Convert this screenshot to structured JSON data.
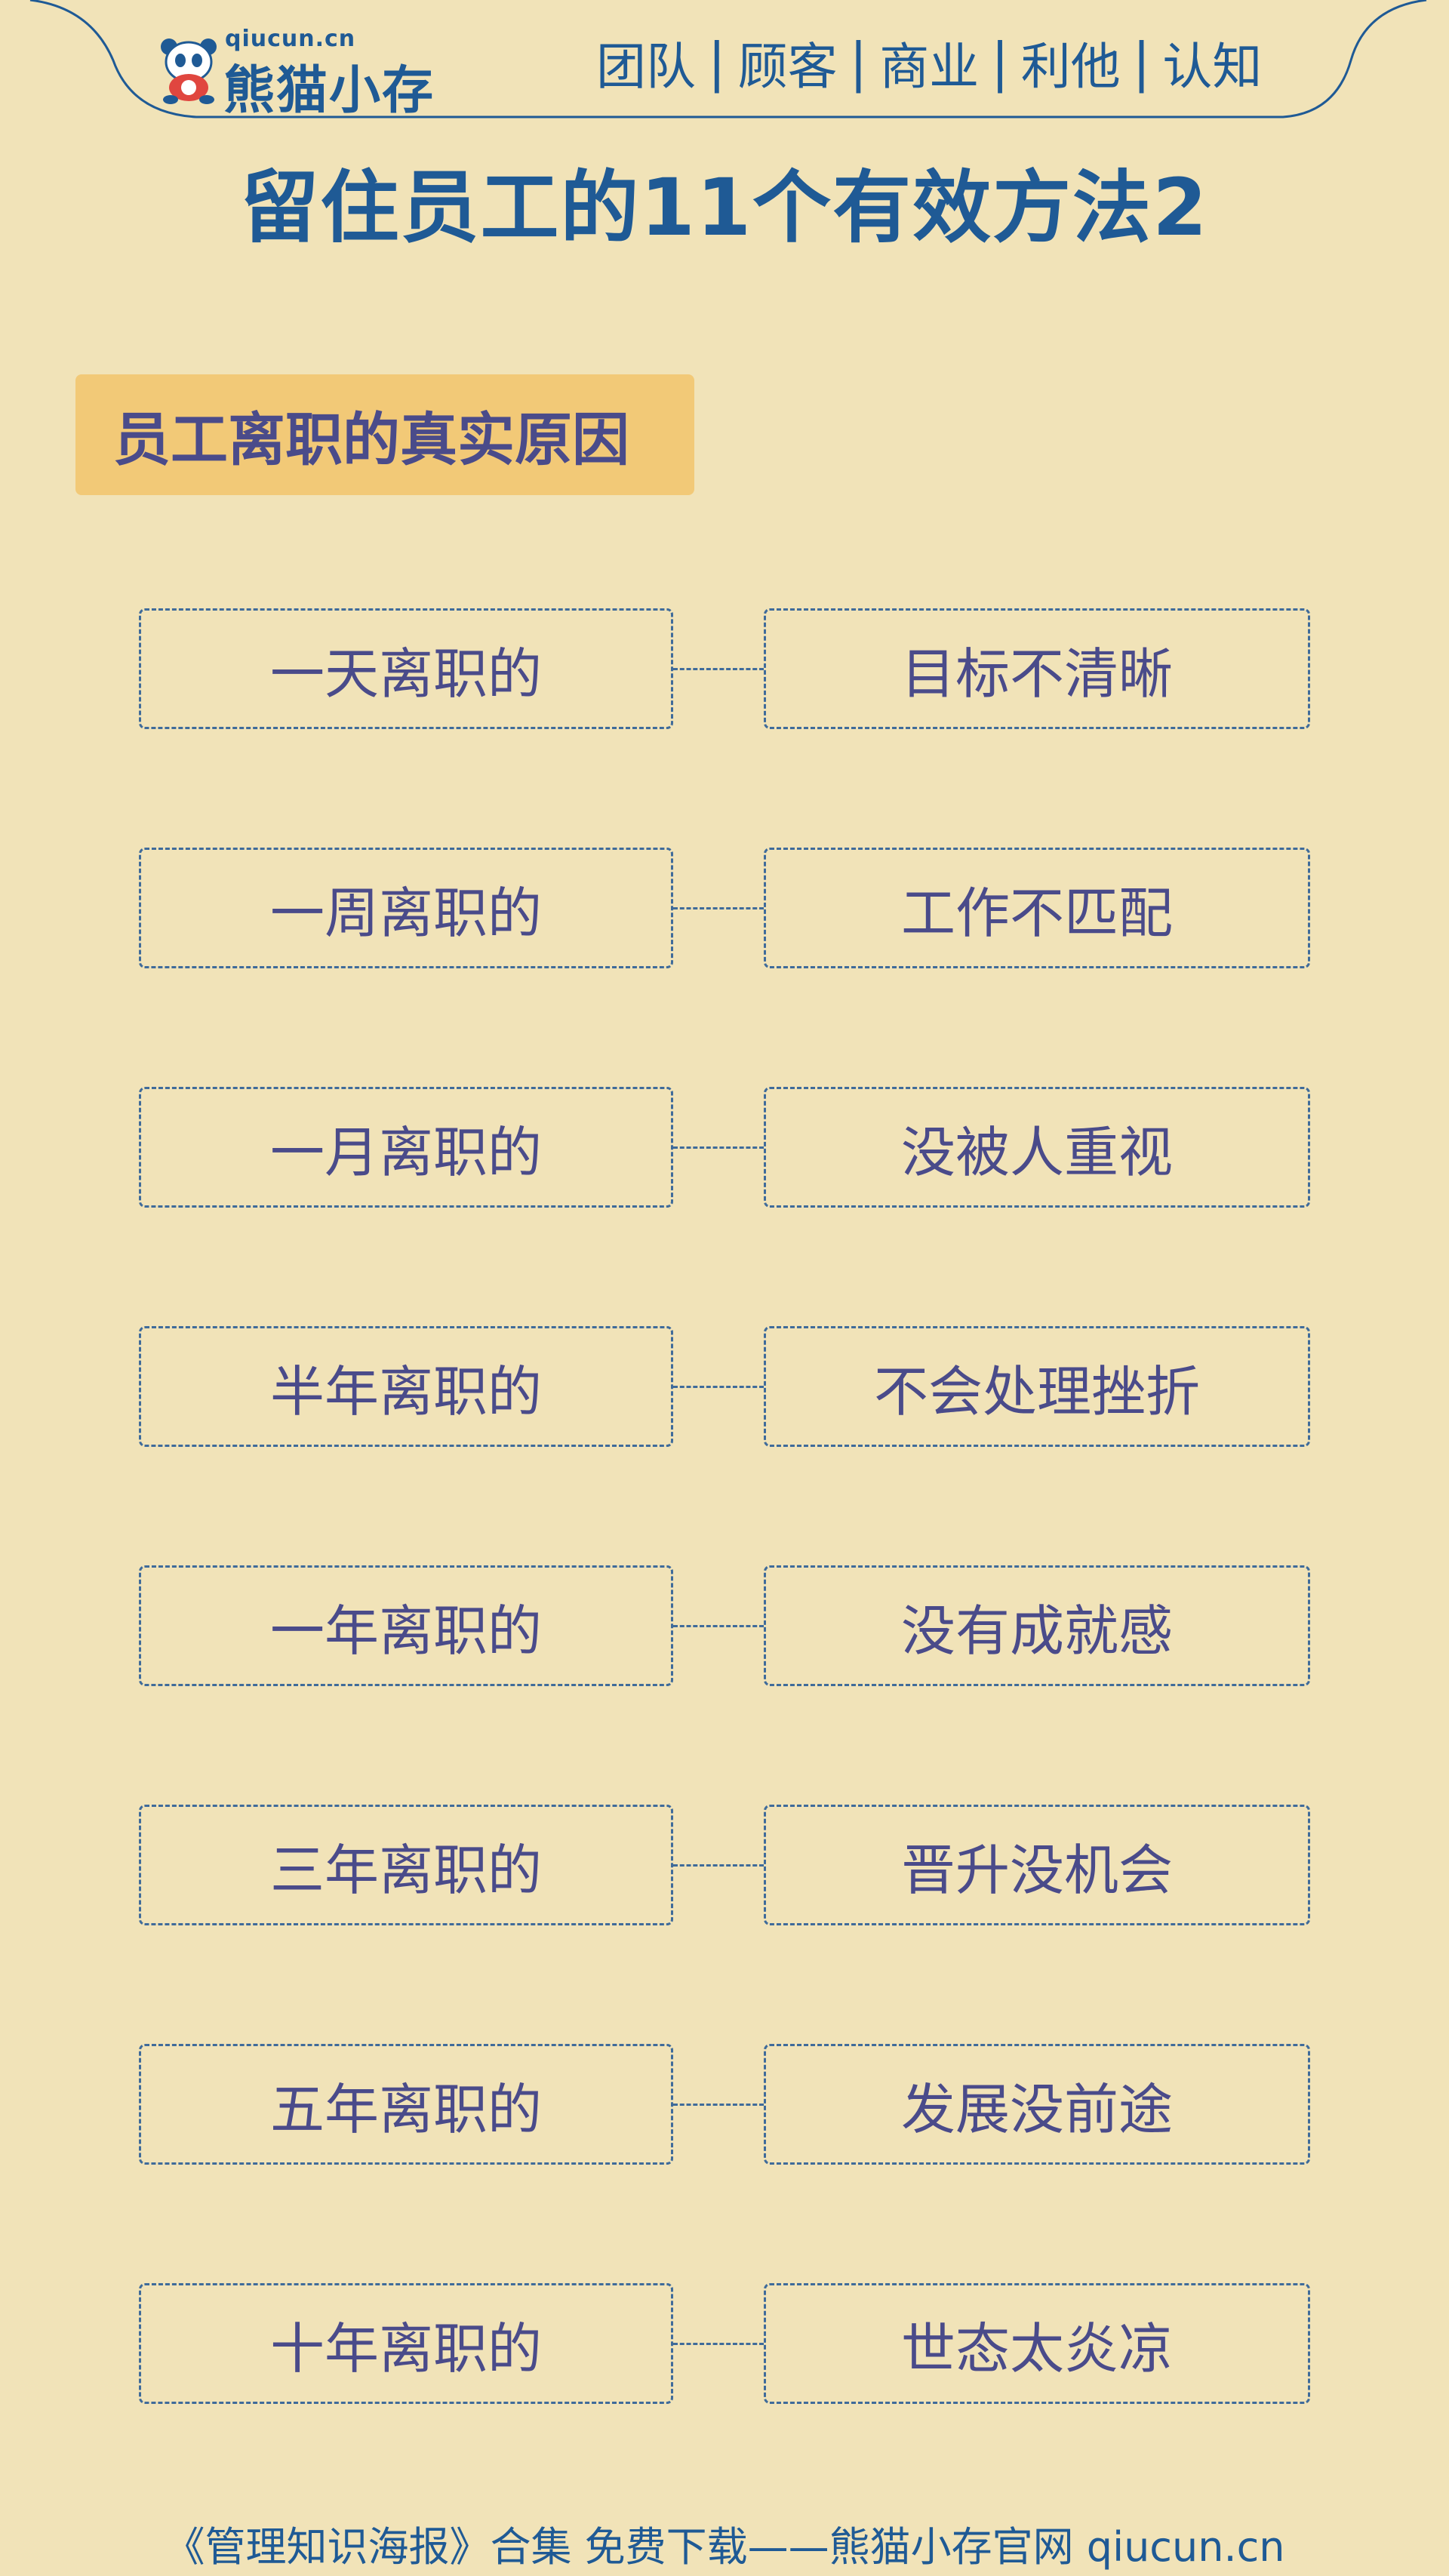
{
  "header": {
    "logo_domain": "qiucun.cn",
    "logo_name": "熊猫小存",
    "nav": [
      "团队",
      "顾客",
      "商业",
      "利他",
      "认知"
    ],
    "separator": "|"
  },
  "title": "留住员工的11个有效方法2",
  "section": {
    "label": "员工离职的真实原因"
  },
  "rows": [
    {
      "period": "一天离职的",
      "reason": "目标不清晰"
    },
    {
      "period": "一周离职的",
      "reason": "工作不匹配"
    },
    {
      "period": "一月离职的",
      "reason": "没被人重视"
    },
    {
      "period": "半年离职的",
      "reason": "不会处理挫折"
    },
    {
      "period": "一年离职的",
      "reason": "没有成就感"
    },
    {
      "period": "三年离职的",
      "reason": "晋升没机会"
    },
    {
      "period": "五年离职的",
      "reason": "发展没前途"
    },
    {
      "period": "十年离职的",
      "reason": "世态太炎凉"
    }
  ],
  "footer": {
    "text": "《管理知识海报》合集 免费下载——熊猫小存官网 qiucun.cn"
  },
  "colors": {
    "background": "#f1e3b8",
    "brand_blue": "#1f5a95",
    "text_purple": "#4a4b8a",
    "badge_yellow": "#f2c977"
  }
}
